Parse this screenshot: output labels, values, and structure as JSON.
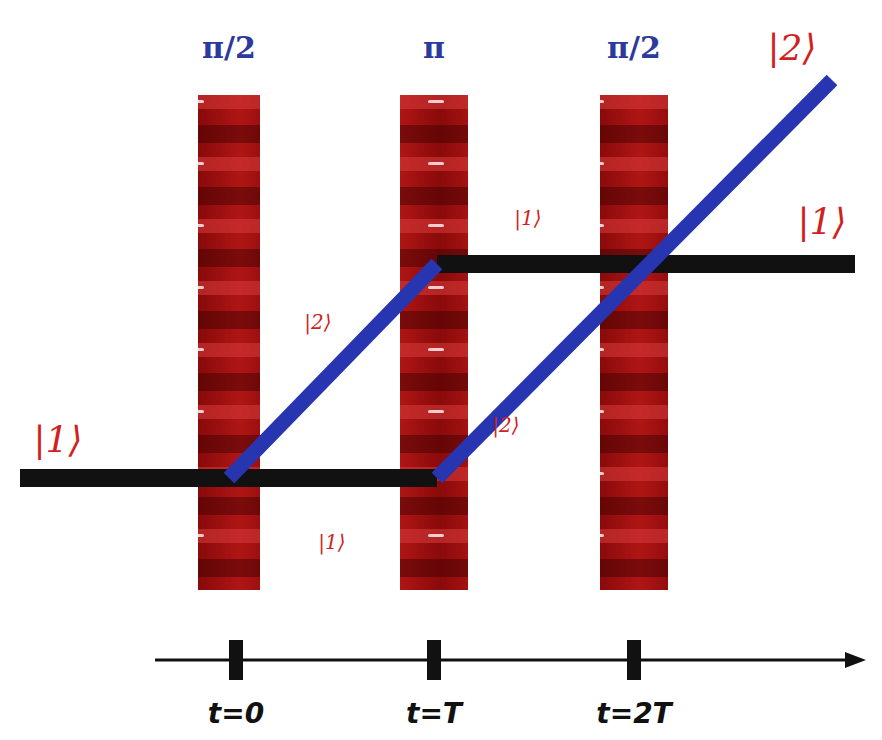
{
  "diagram": {
    "labels": [
      "π/2",
      "π",
      "π/2",
      "|1⟩",
      "|2⟩",
      "|1⟩",
      "|1⟩",
      "|2⟩",
      "|2⟩",
      "|1⟩",
      "t=0",
      "t=T",
      "t=2T"
    ]
  }
}
